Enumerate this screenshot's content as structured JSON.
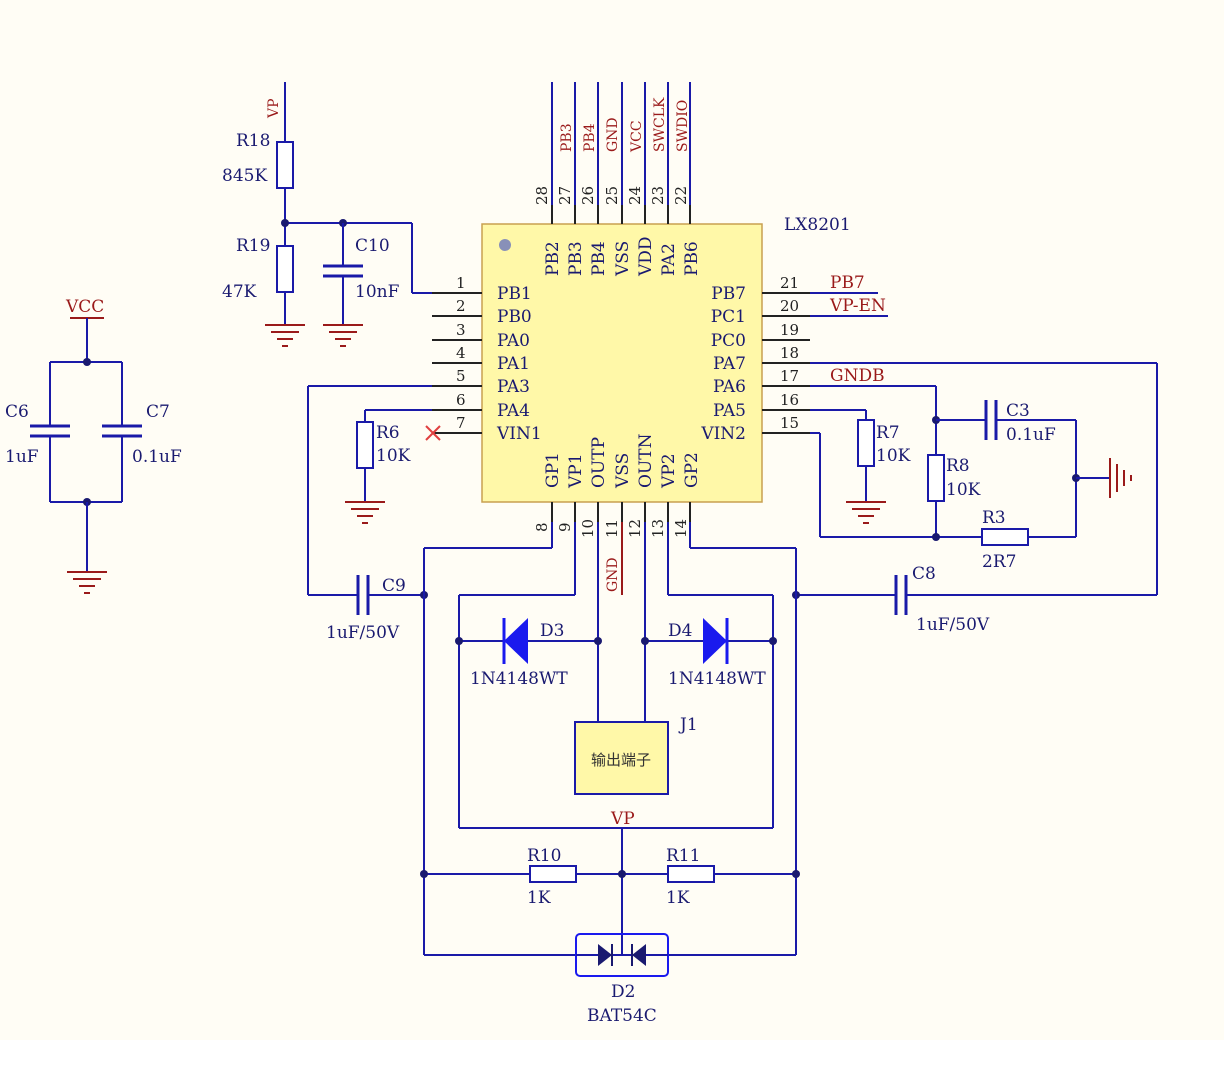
{
  "chip": {
    "name": "LX8201",
    "left_pins": [
      {
        "num": "1",
        "label": "PB1"
      },
      {
        "num": "2",
        "label": "PB0"
      },
      {
        "num": "3",
        "label": "PA0"
      },
      {
        "num": "4",
        "label": "PA1"
      },
      {
        "num": "5",
        "label": "PA3"
      },
      {
        "num": "6",
        "label": "PA4"
      },
      {
        "num": "7",
        "label": "VIN1"
      }
    ],
    "right_pins": [
      {
        "num": "21",
        "label": "PB7"
      },
      {
        "num": "20",
        "label": "PC1"
      },
      {
        "num": "19",
        "label": "PC0"
      },
      {
        "num": "18",
        "label": "PA7"
      },
      {
        "num": "17",
        "label": "PA6"
      },
      {
        "num": "16",
        "label": "PA5"
      },
      {
        "num": "15",
        "label": "VIN2"
      }
    ],
    "top_pins": [
      {
        "num": "28",
        "label": "PB2"
      },
      {
        "num": "27",
        "label": "PB3"
      },
      {
        "num": "26",
        "label": "PB4"
      },
      {
        "num": "25",
        "label": "VSS"
      },
      {
        "num": "24",
        "label": "VDD"
      },
      {
        "num": "23",
        "label": "PA2"
      },
      {
        "num": "22",
        "label": "PB6"
      }
    ],
    "bottom_pins": [
      {
        "num": "8",
        "label": "GP1"
      },
      {
        "num": "9",
        "label": "VP1"
      },
      {
        "num": "10",
        "label": "OUTP"
      },
      {
        "num": "11",
        "label": "VSS"
      },
      {
        "num": "12",
        "label": "OUTN"
      },
      {
        "num": "13",
        "label": "VP2"
      },
      {
        "num": "14",
        "label": "GP2"
      }
    ]
  },
  "net_labels": {
    "top": [
      "PB3",
      "PB4",
      "GND",
      "VCC",
      "SWCLK",
      "SWDIO"
    ],
    "pb7": "PB7",
    "vp_en": "VP-EN",
    "gndb": "GNDB",
    "vp_top": "VP",
    "vcc": "VCC",
    "gnd_bottom": "GND",
    "vp_mid": "VP"
  },
  "components": {
    "r18": {
      "ref": "R18",
      "value": "845K"
    },
    "r19": {
      "ref": "R19",
      "value": "47K"
    },
    "c10": {
      "ref": "C10",
      "value": "10nF"
    },
    "c6": {
      "ref": "C6",
      "value": "1uF"
    },
    "c7": {
      "ref": "C7",
      "value": "0.1uF"
    },
    "r6": {
      "ref": "R6",
      "value": "10K"
    },
    "r7": {
      "ref": "R7",
      "value": "10K"
    },
    "c3": {
      "ref": "C3",
      "value": "0.1uF"
    },
    "r8": {
      "ref": "R8",
      "value": "10K"
    },
    "r3": {
      "ref": "R3",
      "value": "2R7"
    },
    "c9": {
      "ref": "C9",
      "value": "1uF/50V"
    },
    "c8": {
      "ref": "C8",
      "value": "1uF/50V"
    },
    "d3": {
      "ref": "D3",
      "value": "1N4148WT"
    },
    "d4": {
      "ref": "D4",
      "value": "1N4148WT"
    },
    "j1": {
      "ref": "J1",
      "value": "输出端子"
    },
    "r10": {
      "ref": "R10",
      "value": "1K"
    },
    "r11": {
      "ref": "R11",
      "value": "1K"
    },
    "d2": {
      "ref": "D2",
      "value": "BAT54C"
    }
  },
  "colors": {
    "wire": "#1a1aa8",
    "net_label": "#9a1a1a",
    "chip_fill": "#fff8a8",
    "text": "#1a1a70"
  }
}
